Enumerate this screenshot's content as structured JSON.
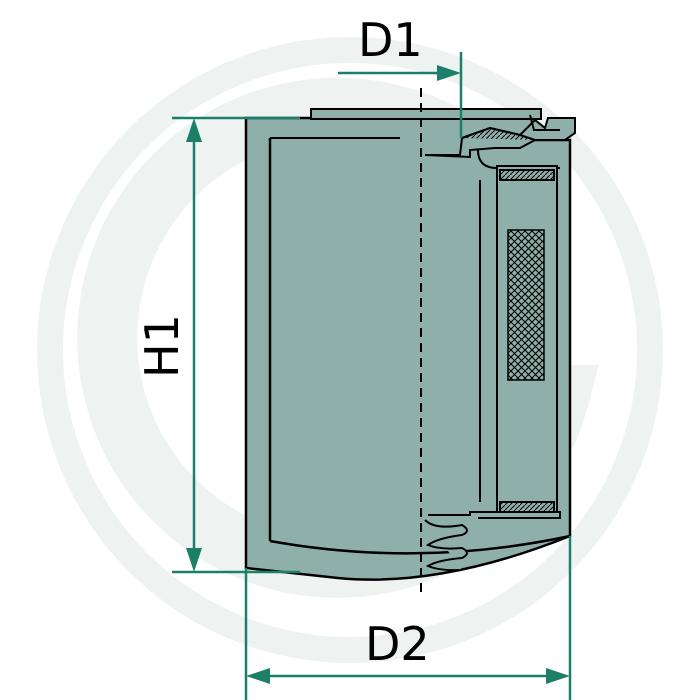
{
  "labels": {
    "d1": "D1",
    "d2": "D2",
    "h1": "H1"
  },
  "colors": {
    "body": "#8fb0aa",
    "outline": "#000000",
    "dimension_line": "#1c8069",
    "watermark": "#eef3f2"
  }
}
